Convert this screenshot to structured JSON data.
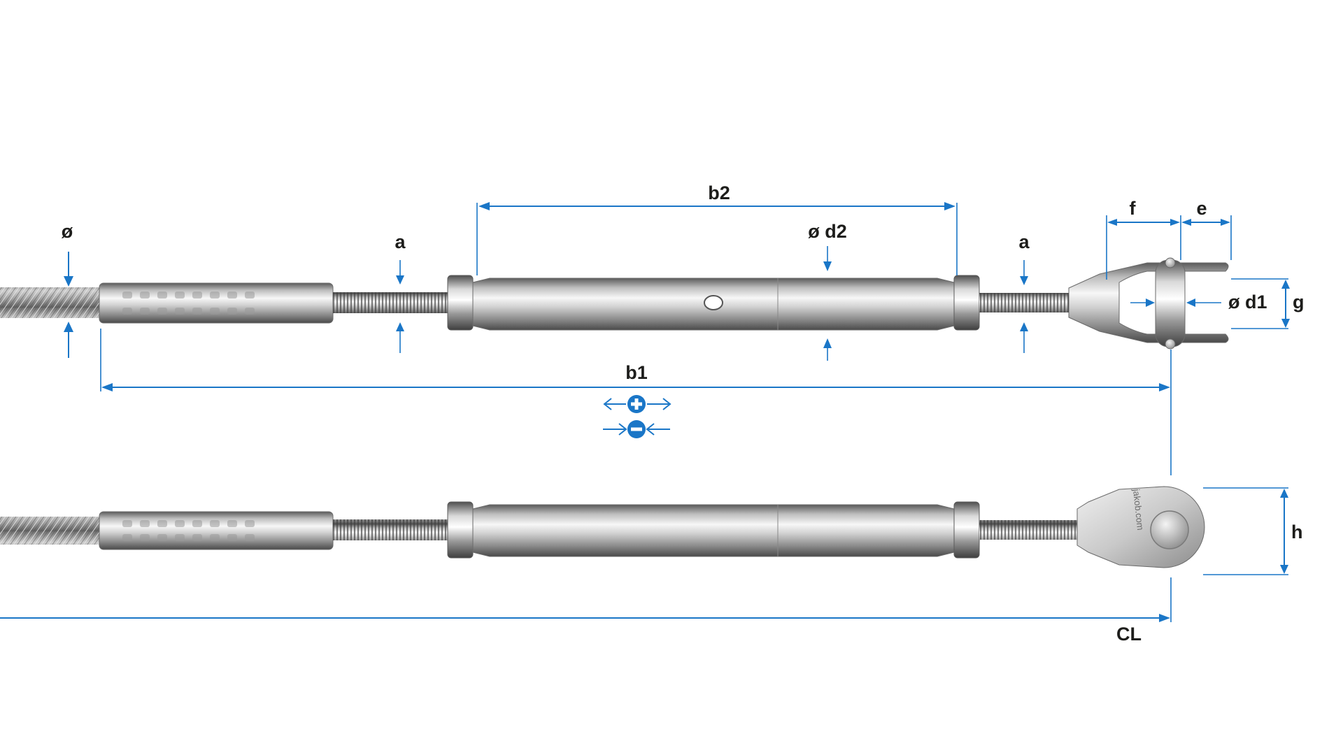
{
  "labels": {
    "cable_diameter": "ø",
    "a_left": "a",
    "a_right": "a",
    "b2": "b2",
    "d2": "ø d2",
    "f": "f",
    "e": "e",
    "d1": "ø d1",
    "g": "g",
    "b1": "b1",
    "h": "h",
    "cl": "CL"
  },
  "watermark": "jakob.com",
  "adjustment_symbols": {
    "lengthen": "plus",
    "shorten": "minus"
  },
  "colors": {
    "dimension": "#1a76c7",
    "label": "#1d1d1b",
    "steel_dark": "#5e5e5e",
    "steel_light": "#f2f2f2"
  }
}
